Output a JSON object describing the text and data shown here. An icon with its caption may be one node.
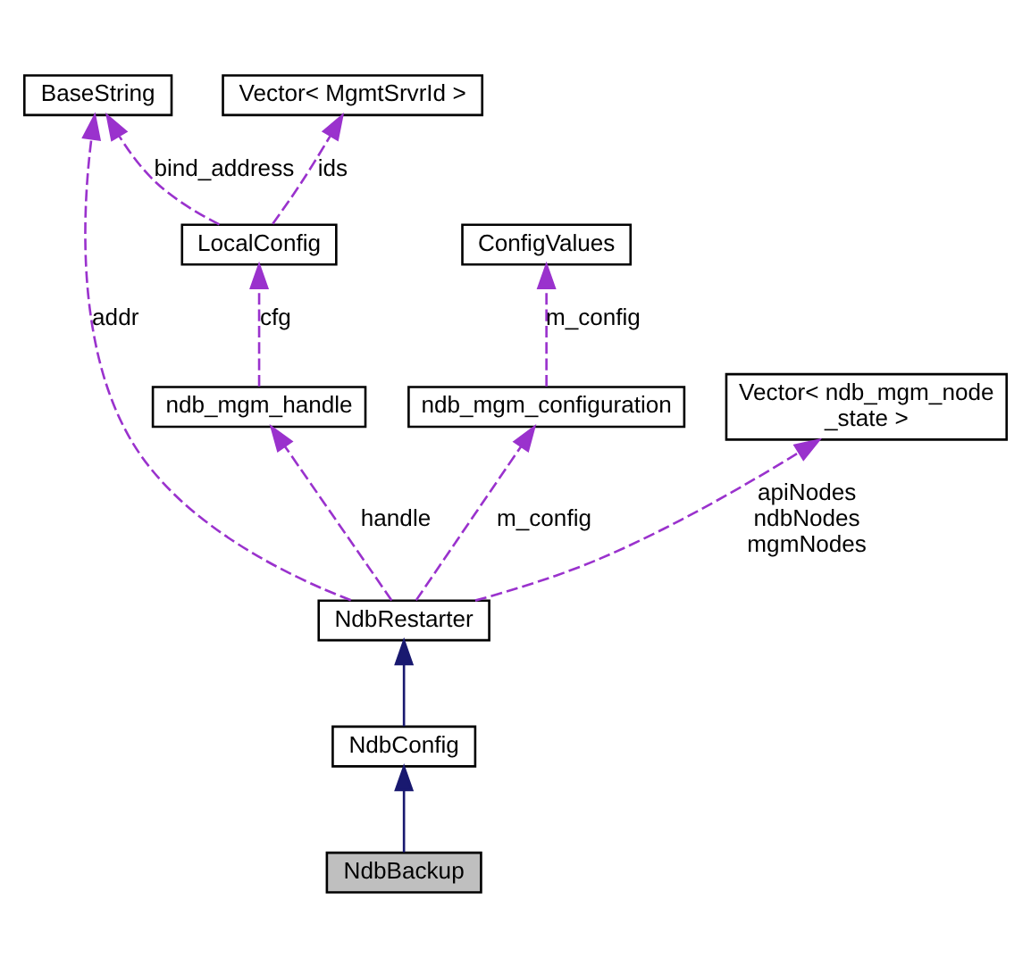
{
  "diagram": {
    "nodes": [
      {
        "text": [
          "BaseString"
        ]
      },
      {
        "text": [
          "Vector< MgmtSrvrId >"
        ]
      },
      {
        "text": [
          "LocalConfig"
        ]
      },
      {
        "text": [
          "ConfigValues"
        ]
      },
      {
        "text": [
          "ndb_mgm_handle"
        ]
      },
      {
        "text": [
          "ndb_mgm_configuration"
        ]
      },
      {
        "text": [
          "Vector< ndb_mgm_node _state >"
        ]
      },
      {
        "text": [
          "NdbRestarter"
        ]
      },
      {
        "text": [
          "NdbConfig"
        ]
      },
      {
        "text": [
          "NdbBackup"
        ]
      }
    ],
    "edges": [
      {
        "from": 2,
        "to": 0,
        "arrow": "to",
        "label": "bind_address",
        "style": "dashed"
      },
      {
        "from": 2,
        "to": 1,
        "arrow": "to",
        "label": "ids",
        "style": "dashed"
      },
      {
        "from": 4,
        "to": 2,
        "arrow": "to",
        "label": "cfg",
        "style": "dashed"
      },
      {
        "from": 5,
        "to": 3,
        "arrow": "to",
        "label": "m_config",
        "style": "dashed"
      },
      {
        "from": 7,
        "to": 0,
        "arrow": "to",
        "label": "addr",
        "style": "dashed"
      },
      {
        "from": 7,
        "to": 4,
        "arrow": "to",
        "label": "handle",
        "style": "dashed"
      },
      {
        "from": 7,
        "to": 5,
        "arrow": "to",
        "label": "m_config",
        "style": "dashed"
      },
      {
        "from": 7,
        "to": 6,
        "arrow": "to",
        "label": "apiNodes ndbNodes mgmNodes",
        "style": "dashed"
      },
      {
        "from": 8,
        "to": 7,
        "arrow": "to",
        "color": "#191970"
      },
      {
        "from": 9,
        "to": 8,
        "arrow": "to",
        "color": "#191970"
      }
    ]
  }
}
